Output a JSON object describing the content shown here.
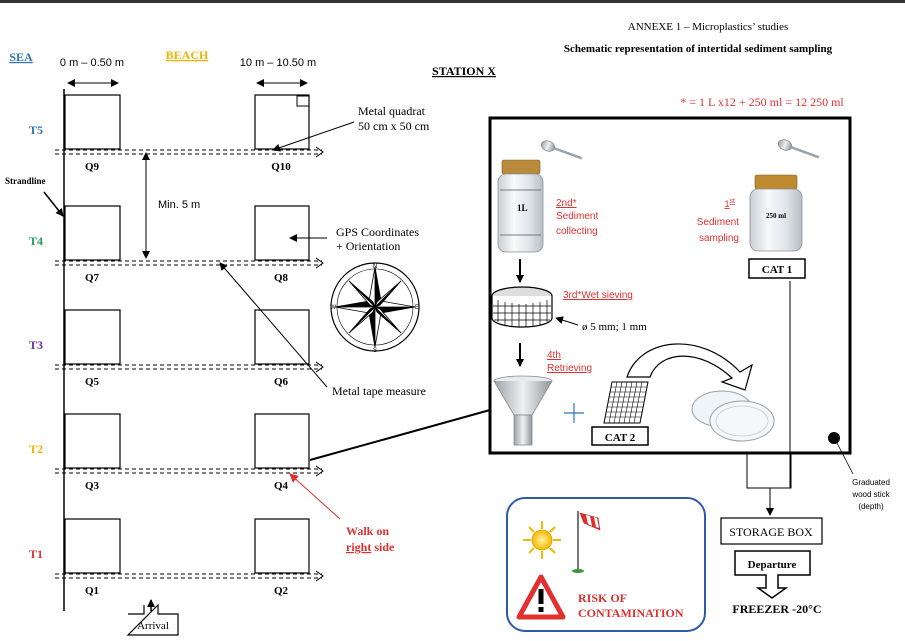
{
  "header": {
    "annex": "ANNEXE 1 – Microplastics’ studies",
    "subtitle": "Schematic representation of intertidal sediment sampling",
    "station": "STATION X"
  },
  "zones": {
    "sea": "SEA",
    "beach": "BEACH"
  },
  "distances": {
    "near": "0 m – 0.50 m",
    "far": "10 m – 10.50 m"
  },
  "transects": [
    {
      "id": "T5",
      "color": "#2e75b6",
      "left": "Q9",
      "right": "Q10"
    },
    {
      "id": "T4",
      "color": "#1e9e5e",
      "left": "Q7",
      "right": "Q8"
    },
    {
      "id": "T3",
      "color": "#7030a0",
      "left": "Q5",
      "right": "Q6"
    },
    {
      "id": "T2",
      "color": "#f0b400",
      "left": "Q3",
      "right": "Q4"
    },
    {
      "id": "T1",
      "color": "#e03030",
      "left": "Q1",
      "right": "Q2"
    }
  ],
  "labels": {
    "strandline": "Strandline",
    "min_distance": "Min. 5 m",
    "quadrat_line1": "Metal quadrat",
    "quadrat_line2": "50 cm x 50 cm",
    "gps_line1": "GPS Coordinates",
    "gps_line2": "+ Orientation",
    "tape": "Metal tape measure",
    "walk_line1": "Walk on",
    "walk_right": "right",
    "walk_side": " side",
    "arrival": "Arrival"
  },
  "compass": {
    "n": "N",
    "s": "S",
    "e": "E",
    "w": "W"
  },
  "protocol": {
    "formula": "* = 1 L x12 + 250 ml = 12 250 ml",
    "step1_num": "1",
    "step1_sup": "st",
    "step1_l1": "Sediment",
    "step1_l2": "sampling",
    "jar_small_label": "250 ml",
    "cat1": "CAT 1",
    "step2_l1": "2nd*",
    "step2_l2": "Sediment",
    "step2_l3": "collecting",
    "jar_big_label": "1L",
    "step3": "3rd*Wet sieving",
    "mesh": "ø 5 mm; 1 mm",
    "step4_l1": "4th",
    "step4_l2": "Retrieving",
    "cat2": "CAT 2",
    "wood_stick_l1": "Graduated",
    "wood_stick_l2": "wood stick",
    "wood_stick_l3": "(depth)"
  },
  "storage": {
    "box": "STORAGE BOX",
    "departure": "Departure",
    "freezer": "FREEZER -20°C"
  },
  "risk": {
    "line1": "RISK OF",
    "line2": "CONTAMINATION"
  },
  "colors": {
    "red": "#e03030",
    "sea_blue": "#2e75b6",
    "beach_orange": "#f0b400",
    "frame_blue": "#2e5aa8"
  }
}
